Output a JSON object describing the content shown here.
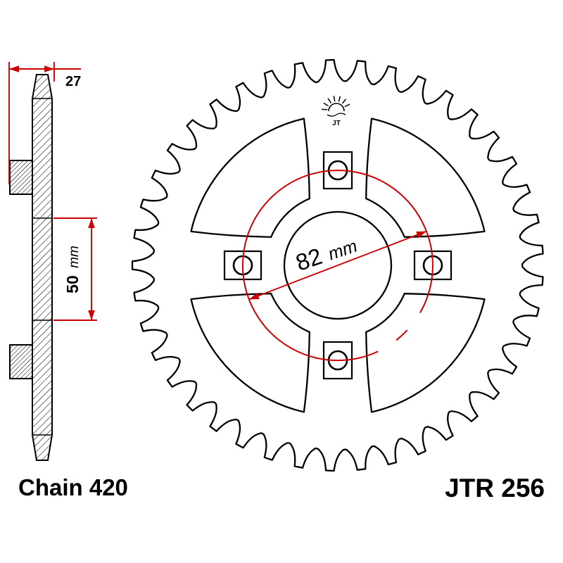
{
  "colors": {
    "background": "#ffffff",
    "line": "#000000",
    "dimension": "#cc0000",
    "text": "#000000"
  },
  "labels": {
    "chain": "Chain 420",
    "model": "JTR 256",
    "logo": "JT"
  },
  "dimensions": {
    "width": {
      "value": "27",
      "unit": ""
    },
    "length": {
      "value": "50",
      "unit": "mm"
    },
    "bolt_circle": {
      "value": "82",
      "unit": "mm"
    }
  },
  "sprocket": {
    "teeth": 41,
    "bolt_holes": 4,
    "cutouts": 4
  }
}
